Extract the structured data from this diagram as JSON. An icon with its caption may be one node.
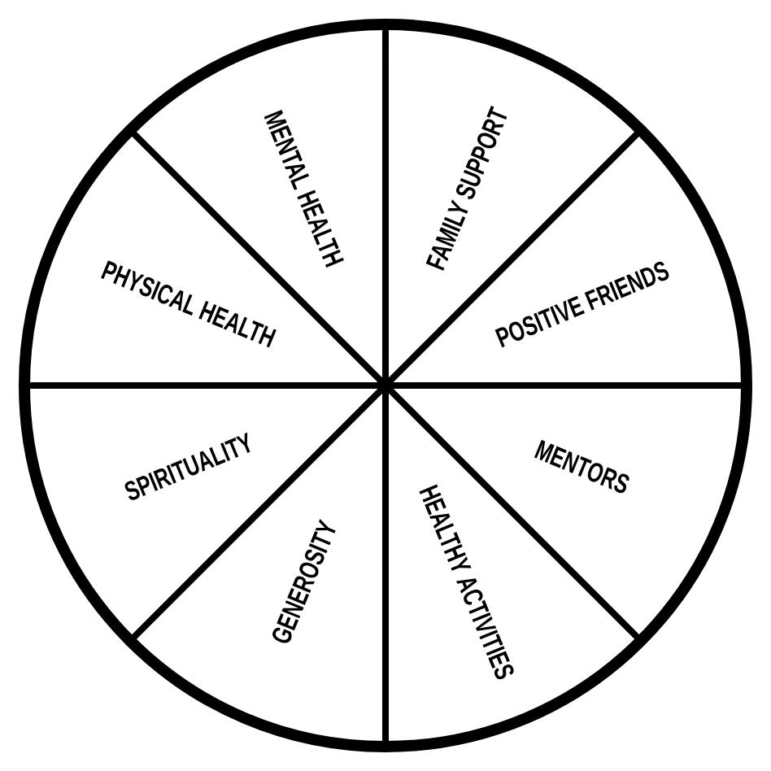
{
  "diagram": {
    "nodes": [
      {
        "text": [
          "MENTAL HEALTH"
        ]
      },
      {
        "text": [
          "FAMILY SUPPORT"
        ]
      },
      {
        "text": [
          "POSITIVE FRIENDS"
        ]
      },
      {
        "text": [
          "MENTORS"
        ]
      },
      {
        "text": [
          "HEALTHY ACTIVITIES"
        ]
      },
      {
        "text": [
          "GENEROSITY"
        ]
      },
      {
        "text": [
          "SPIRITUALITY"
        ]
      },
      {
        "text": [
          "PHYSICAL HEALTH"
        ]
      }
    ]
  }
}
